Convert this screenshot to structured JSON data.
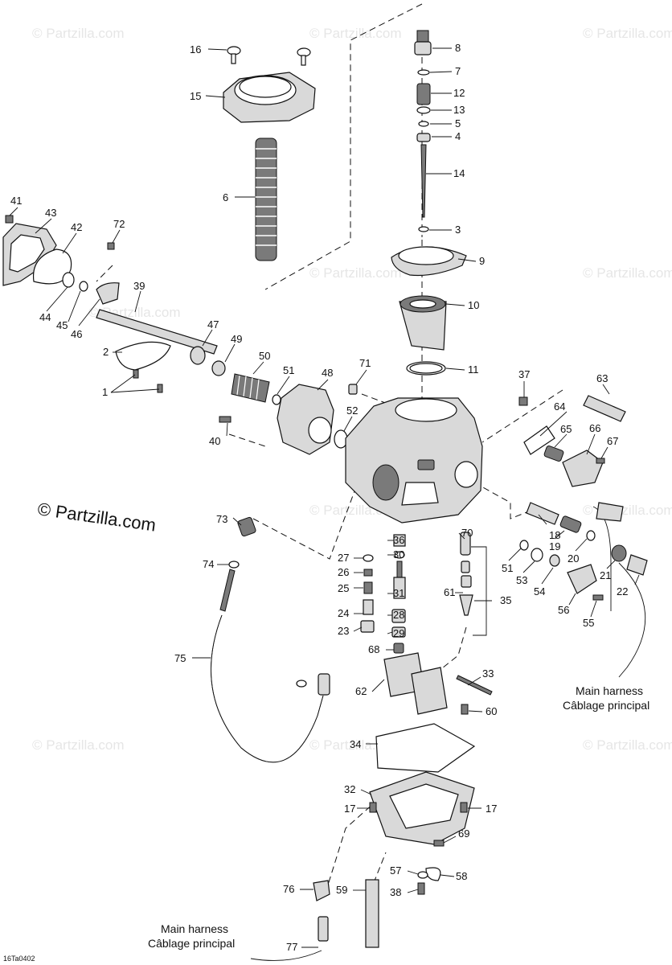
{
  "watermark": {
    "faint": "© Partzilla.com",
    "main": "© Partzilla.com"
  },
  "drawing_code": "16Ta0402",
  "notes": {
    "main_harness_right_line1": "Main harness",
    "main_harness_right_line2": "Câblage principal",
    "main_harness_bottom_line1": "Main harness",
    "main_harness_bottom_line2": "Câblage principal"
  },
  "callouts": [
    "16",
    "15",
    "6",
    "8",
    "7",
    "12",
    "13",
    "5",
    "4",
    "14",
    "3",
    "9",
    "10",
    "11",
    "41",
    "43",
    "42",
    "72",
    "44",
    "45",
    "46",
    "39",
    "2",
    "1",
    "47",
    "49",
    "50",
    "51",
    "48",
    "40",
    "71",
    "37",
    "63",
    "64",
    "65",
    "66",
    "67",
    "52",
    "73",
    "74",
    "75",
    "27",
    "30",
    "36",
    "70",
    "26",
    "25",
    "31",
    "35",
    "24",
    "28",
    "61",
    "23",
    "29",
    "68",
    "62",
    "33",
    "60",
    "34",
    "32",
    "17",
    "17_right",
    "69",
    "57",
    "58",
    "59",
    "76",
    "38",
    "77",
    "18",
    "19",
    "20",
    "21",
    "22",
    "51b",
    "53",
    "54",
    "56",
    "55"
  ],
  "labels": {
    "16": "16",
    "15": "15",
    "6": "6",
    "8": "8",
    "7": "7",
    "12": "12",
    "13": "13",
    "5": "5",
    "4": "4",
    "14": "14",
    "3": "3",
    "9": "9",
    "10": "10",
    "11": "11",
    "41": "41",
    "43": "43",
    "42": "42",
    "72": "72",
    "44": "44",
    "45": "45",
    "46": "46",
    "39": "39",
    "2": "2",
    "1": "1",
    "47": "47",
    "49": "49",
    "50": "50",
    "51": "51",
    "48": "48",
    "40": "40",
    "71": "71",
    "37": "37",
    "63": "63",
    "64": "64",
    "65": "65",
    "66": "66",
    "67": "67",
    "52": "52",
    "73": "73",
    "74": "74",
    "75": "75",
    "27": "27",
    "30": "30",
    "36": "36",
    "70": "70",
    "26": "26",
    "25": "25",
    "31": "31",
    "35": "35",
    "24": "24",
    "28": "28",
    "61": "61",
    "23": "23",
    "29": "29",
    "68": "68",
    "62": "62",
    "33": "33",
    "60": "60",
    "34": "34",
    "32": "32",
    "17": "17",
    "17_right": "17",
    "69": "69",
    "57": "57",
    "58": "58",
    "59": "59",
    "76": "76",
    "38": "38",
    "77": "77",
    "18": "18",
    "19": "19",
    "20": "20",
    "21": "21",
    "22": "22",
    "51b": "51",
    "53": "53",
    "54": "54",
    "56": "56",
    "55": "55"
  }
}
